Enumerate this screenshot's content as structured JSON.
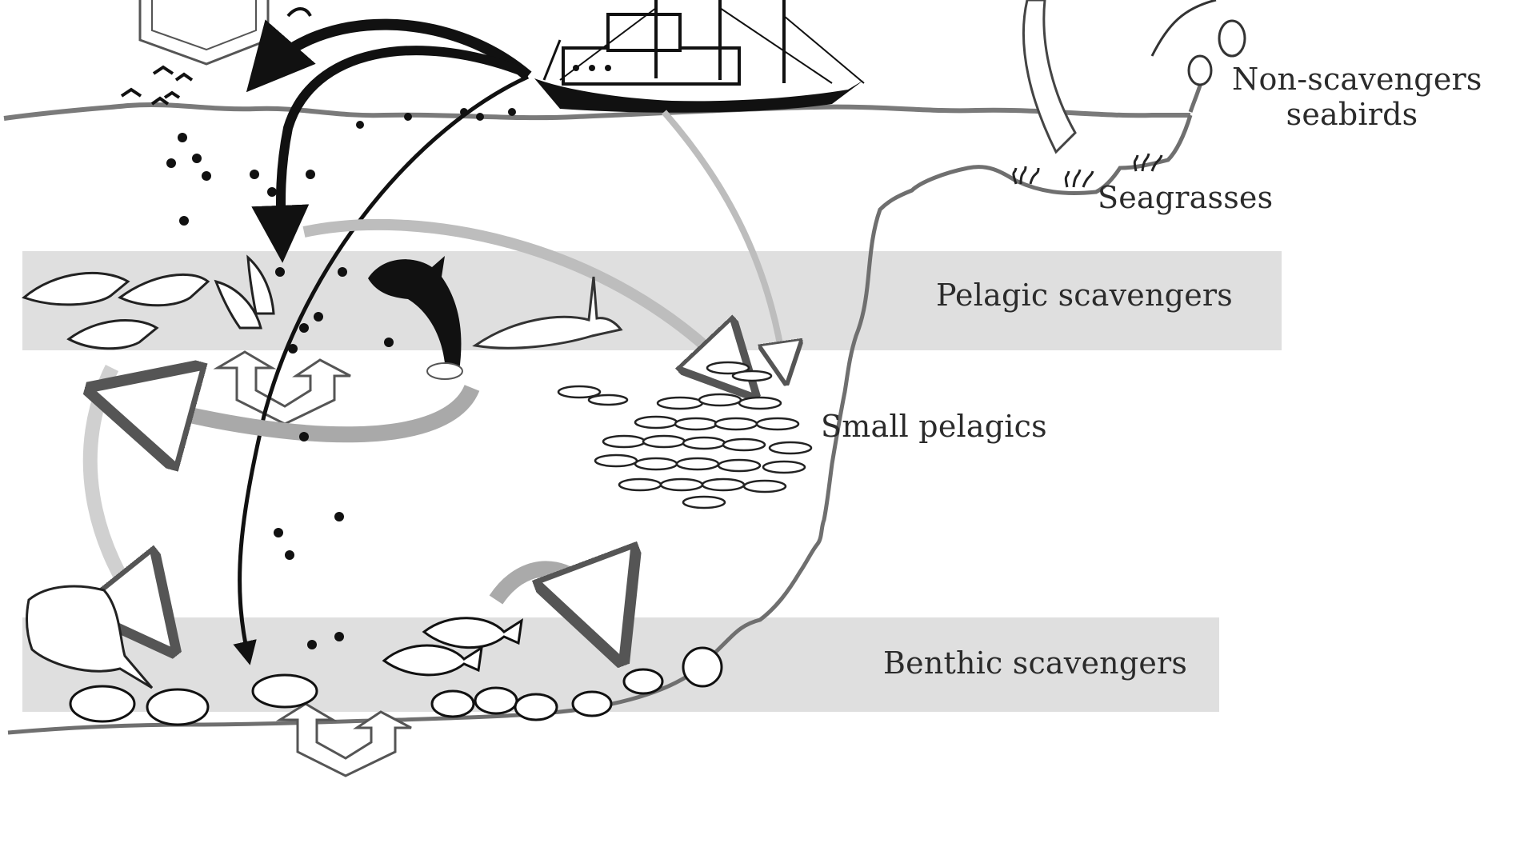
{
  "labels": {
    "non_scavengers_seabirds_line1": "Non-scavengers",
    "non_scavengers_seabirds_line2": "seabirds",
    "seagrasses": "Seagrasses",
    "pelagic_scavengers": "Pelagic scavengers",
    "small_pelagics": "Small pelagics",
    "benthic_scavengers": "Benthic scavengers"
  },
  "colors": {
    "band_fill": "#d9d9d9",
    "ink": "#1a1a1a",
    "arrow_light": "#bdbdbd",
    "arrow_outline": "#6f6f6f",
    "discard_dots": "#111111"
  },
  "icons": [
    "fishing-vessel-icon",
    "seabird-icon",
    "dolphin-icon",
    "orca-icon",
    "shark-icon",
    "fish-school-icon",
    "ray-icon",
    "crab-icon",
    "seagrass-icon",
    "discard-arrow-icon"
  ]
}
